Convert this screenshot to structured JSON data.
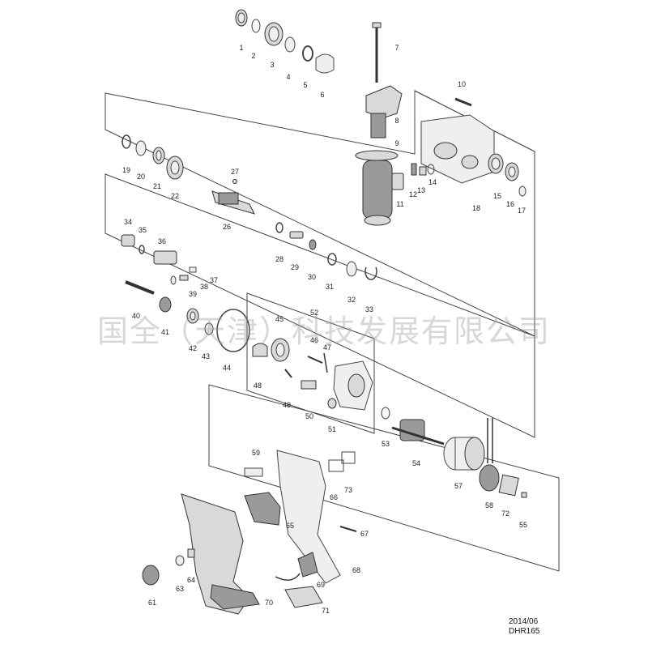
{
  "watermark": "国全（天津）科技发展有限公司",
  "footer": {
    "date": "2014/06",
    "model": "DHR165"
  },
  "labels": [
    "1",
    "2",
    "3",
    "4",
    "5",
    "6",
    "7",
    "8",
    "9",
    "10",
    "11",
    "12",
    "13",
    "14",
    "15",
    "16",
    "17",
    "18",
    "19",
    "20",
    "21",
    "22",
    "26",
    "27",
    "28",
    "29",
    "30",
    "31",
    "32",
    "33",
    "34",
    "35",
    "36",
    "37",
    "38",
    "39",
    "40",
    "41",
    "42",
    "43",
    "44",
    "45",
    "46",
    "47",
    "48",
    "49",
    "50",
    "51",
    "52",
    "53",
    "54",
    "55",
    "57",
    "58",
    "59",
    "61",
    "63",
    "64",
    "65",
    "66",
    "67",
    "68",
    "69",
    "70",
    "71",
    "72",
    "73"
  ]
}
